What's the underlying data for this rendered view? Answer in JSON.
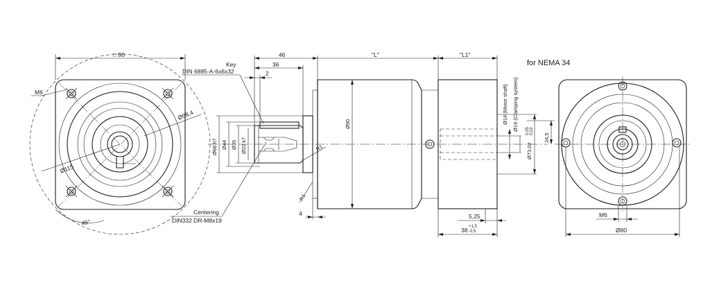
{
  "front_view": {
    "square_dim": "□ 90",
    "thread": "M6",
    "bolt_circle": "Ø98,4",
    "outer_dia": "Ø115",
    "angle": "45°"
  },
  "side_view": {
    "key_title": "Key",
    "key_spec": "DIN 6885-A-6x6x32",
    "centering_title": "Centering",
    "centering_spec": "DIN332 DR-M8x19",
    "dim_46": "46",
    "dim_36": "36",
    "dim_2": "2",
    "dim_L": "\"L\"",
    "dim_L1": "\"L1\"",
    "dia_68": "Ø68 h7",
    "dia_44": "Ø44",
    "dia_35": "Ø35",
    "dia_22": "Ø22 k7",
    "dia_90": "Ø90",
    "r1_a": "R1",
    "r1_b": "R1",
    "dim_4": "4",
    "motor_shaft": "Ø14 (Motor shaft)",
    "clamping": "Ø19 (Clamping system)",
    "dia_73_base": "Ø73,02",
    "dia_73_upper": "0,05",
    "dia_73_lower": "0,02",
    "dim_24_5": "24,5",
    "dim_5_25": "5,25",
    "dim_38_base": "38",
    "dim_38_upper": "+1,5",
    "dim_38_lower": "-0,5"
  },
  "rear_view": {
    "title": "for NEMA 34",
    "thread": "M6",
    "dia_80": "Ø80"
  }
}
